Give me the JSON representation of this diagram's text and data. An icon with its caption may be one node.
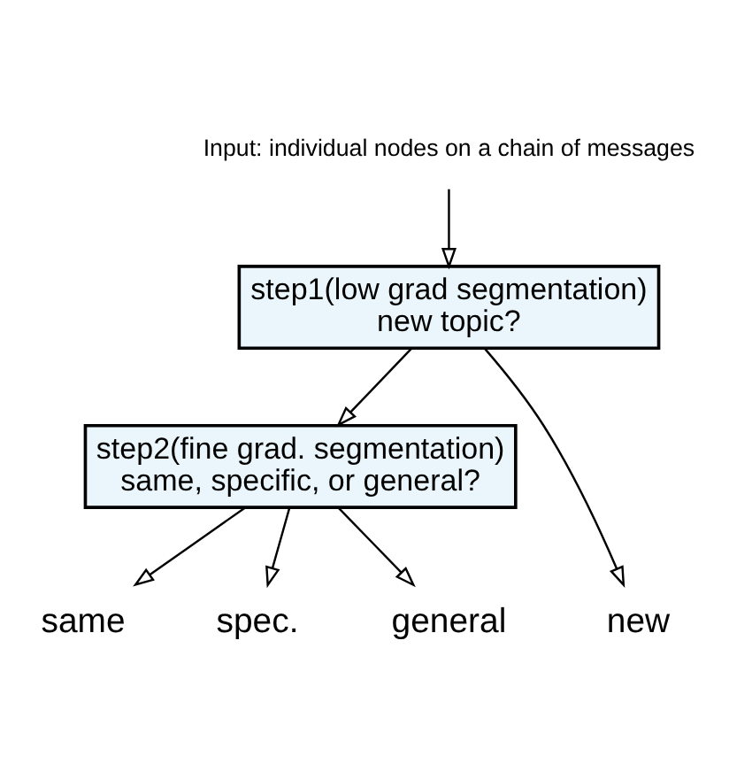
{
  "diagram": {
    "nodes": [
      {
        "text": [
          "Input: individual nodes on a chain of messages"
        ]
      },
      {
        "text": [
          "step1(low grad segmentation)",
          "new topic?"
        ]
      },
      {
        "text": [
          "step2(fine grad. segmentation)",
          "same, specific, or general?"
        ]
      },
      {
        "text": [
          "new"
        ]
      },
      {
        "text": [
          "same"
        ]
      },
      {
        "text": [
          "spec."
        ]
      },
      {
        "text": [
          "general"
        ]
      }
    ],
    "edges": [
      {
        "from": 0,
        "to": 1,
        "arrow": "to"
      },
      {
        "from": 1,
        "to": 2,
        "arrow": "to"
      },
      {
        "from": 1,
        "to": 3,
        "arrow": "to"
      },
      {
        "from": 2,
        "to": 4,
        "arrow": "to"
      },
      {
        "from": 2,
        "to": 5,
        "arrow": "to"
      },
      {
        "from": 2,
        "to": 6,
        "arrow": "to"
      }
    ]
  }
}
